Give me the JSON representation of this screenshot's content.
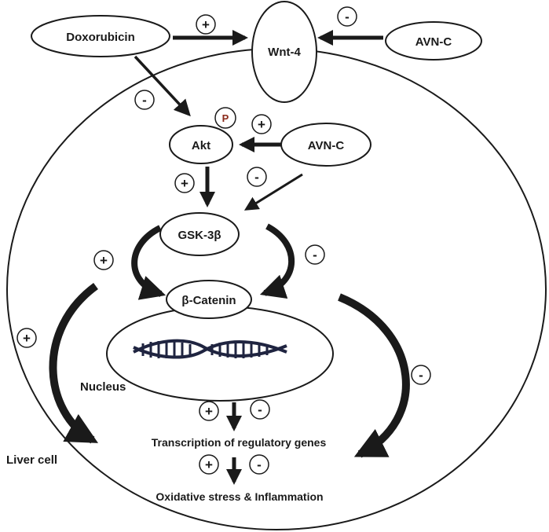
{
  "labels": {
    "doxorubicin": "Doxorubicin",
    "wnt4": "Wnt-4",
    "avnc_top": "AVN-C",
    "akt": "Akt",
    "phospho": "P",
    "avnc_mid": "AVN-C",
    "gsk": "GSK-3β",
    "catenin": "β-Catenin",
    "nucleus": "Nucleus",
    "transcription": "Transcription of regulatory genes",
    "oxidative": "Oxidative stress & Inflammation",
    "liver_cell": "Liver cell"
  },
  "signs": {
    "dox_to_wnt": "+",
    "avn_to_wnt": "-",
    "dox_to_akt": "-",
    "avn_to_akt": "+",
    "akt_to_gsk": "+",
    "avn_to_gsk": "-",
    "gsk_left": "+",
    "gsk_right": "-",
    "liver_left": "+",
    "liver_right": "-",
    "transcription_plus": "+",
    "transcription_minus": "-",
    "oxidative_plus": "+",
    "oxidative_minus": "-"
  },
  "colors": {
    "stroke": "#1a1a1a",
    "phospho_text": "#8b2a1a",
    "dna": "#1f2440"
  }
}
